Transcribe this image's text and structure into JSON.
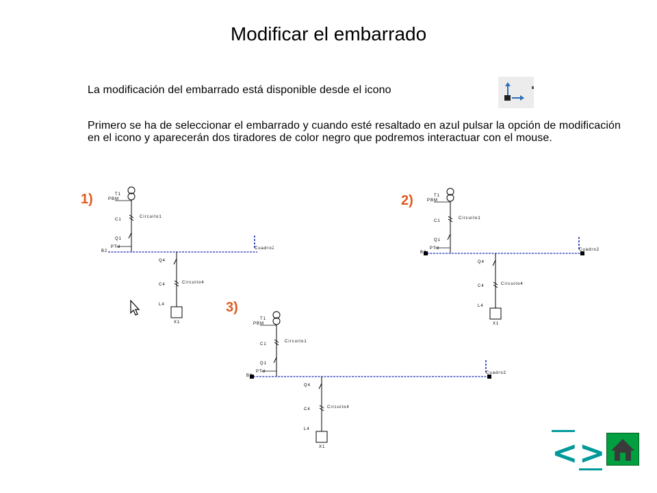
{
  "title": "Modificar el embarrado",
  "intro_text": "La modificación del embarrado está disponible desde el icono",
  "instructions_text": "Primero se ha de seleccionar el embarrado y cuando esté resaltado en azul pulsar la opción de modificación en el icono y aparecerán dos tiradores de color negro que podremos interactuar con el mouse.",
  "steps": [
    {
      "label": "1)"
    },
    {
      "label": "2)"
    },
    {
      "label": "3)"
    }
  ],
  "diagram_labels": {
    "transformer": "T1",
    "transformer_node": "PBM",
    "circuit_1": "Circuito1",
    "breaker_c1": "C1",
    "switch_q1": "Q1",
    "node_ptd": "PTd",
    "busbar": "B2",
    "panel": "Cuadro2",
    "switch_q4": "Q4",
    "breaker_c4": "C4",
    "circuit_4": "Circuito4",
    "line_l4": "L4",
    "load": "X1"
  },
  "colors": {
    "accent_orange": "#e05a1e",
    "busbar_blue": "#1a2fb0",
    "nav_teal": "#009999",
    "home_green": "#00a040"
  },
  "nav": {
    "prev": "<",
    "next": ">"
  },
  "icons": [
    "modify-busbar-icon",
    "mouse-pointer-icon",
    "home-icon"
  ]
}
